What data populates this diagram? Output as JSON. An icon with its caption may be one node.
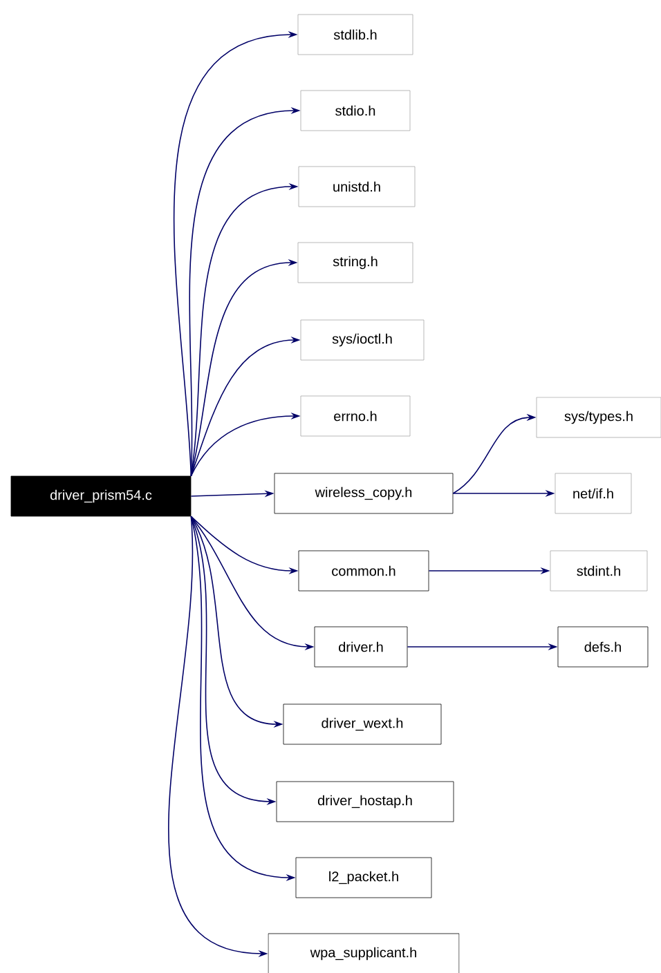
{
  "diagram": {
    "nodes": [
      {
        "text": [
          "driver_prism54.c"
        ]
      },
      {
        "text": [
          "stdlib.h"
        ]
      },
      {
        "text": [
          "stdio.h"
        ]
      },
      {
        "text": [
          "unistd.h"
        ]
      },
      {
        "text": [
          "string.h"
        ]
      },
      {
        "text": [
          "sys/ioctl.h"
        ]
      },
      {
        "text": [
          "errno.h"
        ]
      },
      {
        "text": [
          "wireless_copy.h"
        ]
      },
      {
        "text": [
          "sys/types.h"
        ]
      },
      {
        "text": [
          "net/if.h"
        ]
      },
      {
        "text": [
          "common.h"
        ]
      },
      {
        "text": [
          "stdint.h"
        ]
      },
      {
        "text": [
          "driver.h"
        ]
      },
      {
        "text": [
          "defs.h"
        ]
      },
      {
        "text": [
          "driver_wext.h"
        ]
      },
      {
        "text": [
          "driver_hostap.h"
        ]
      },
      {
        "text": [
          "l2_packet.h"
        ]
      },
      {
        "text": [
          "wpa_supplicant.h"
        ]
      }
    ],
    "edges": [
      {
        "from": 0,
        "to": 1,
        "arrow": "to"
      },
      {
        "from": 0,
        "to": 2,
        "arrow": "to"
      },
      {
        "from": 0,
        "to": 3,
        "arrow": "to"
      },
      {
        "from": 0,
        "to": 4,
        "arrow": "to"
      },
      {
        "from": 0,
        "to": 5,
        "arrow": "to"
      },
      {
        "from": 0,
        "to": 6,
        "arrow": "to"
      },
      {
        "from": 0,
        "to": 7,
        "arrow": "to"
      },
      {
        "from": 7,
        "to": 8,
        "arrow": "to"
      },
      {
        "from": 7,
        "to": 9,
        "arrow": "to"
      },
      {
        "from": 0,
        "to": 10,
        "arrow": "to"
      },
      {
        "from": 10,
        "to": 11,
        "arrow": "to"
      },
      {
        "from": 0,
        "to": 12,
        "arrow": "to"
      },
      {
        "from": 12,
        "to": 13,
        "arrow": "to"
      },
      {
        "from": 0,
        "to": 14,
        "arrow": "to"
      },
      {
        "from": 0,
        "to": 15,
        "arrow": "to"
      },
      {
        "from": 0,
        "to": 16,
        "arrow": "to"
      },
      {
        "from": 0,
        "to": 17,
        "arrow": "to"
      }
    ]
  }
}
